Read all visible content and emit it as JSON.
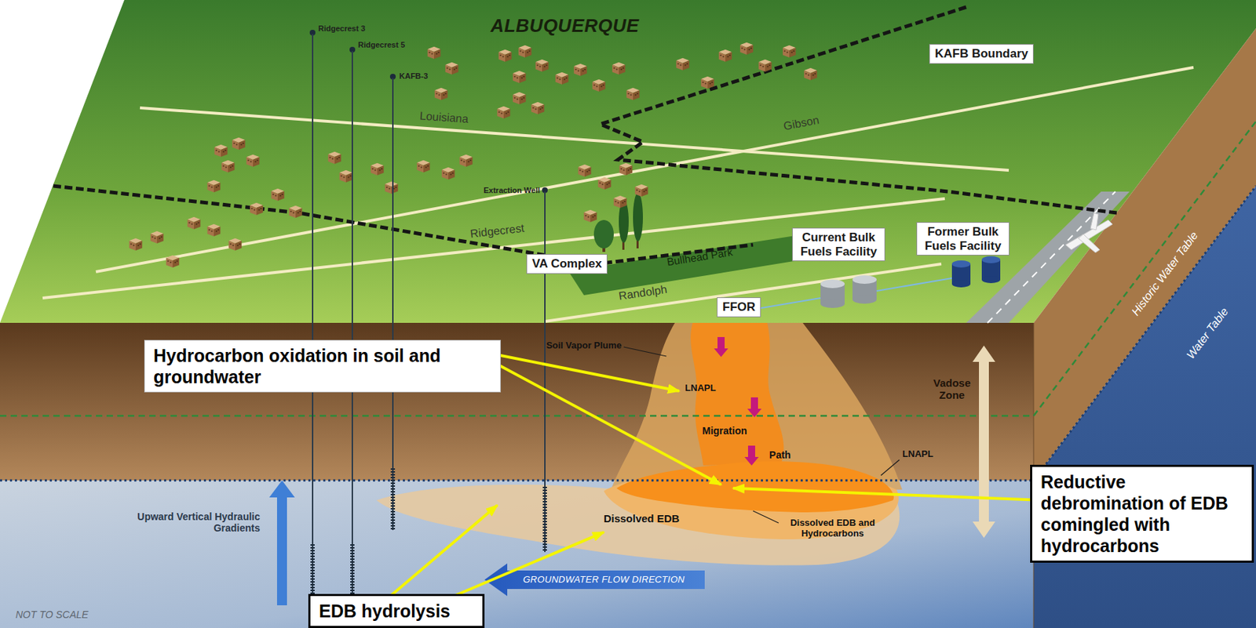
{
  "diagram": {
    "nodes": [
      {
        "text": [
          "KAFB Boundary"
        ]
      },
      {
        "text": [
          "Former Bulk Fuels Facility"
        ]
      },
      {
        "text": [
          "Current Bulk Fuels Facility"
        ]
      },
      {
        "text": [
          "VA Complex"
        ]
      },
      {
        "text": [
          "FFOR"
        ]
      },
      {
        "text": [
          "Hydrocarbon oxidation in soil and groundwater"
        ]
      },
      {
        "text": [
          "Reductive debromination of EDB comingled with hydrocarbons"
        ]
      },
      {
        "text": [
          "EDB hydrolysis"
        ]
      }
    ],
    "labels": [
      "Ridgecrest 3",
      "ALBUQUERQUE",
      "Ridgecrest 5",
      "KAFB-3",
      "Gibson",
      "Louisiana",
      "Extraction Well",
      "Historic Water Table",
      "Ridgecrest",
      "Bullhead Park",
      "Randolph",
      "Water Table",
      "Soil Vapor Plume",
      "LNAPL",
      "Vadose Zone",
      "Migration",
      "Path",
      "Upward Vertical Hydraulic Gradients",
      "Dissolved EDB",
      "LNAPL",
      "Dissolved EDB and Hydrocarbons",
      "GROUNDWATER FLOW DIRECTION",
      "NOT TO SCALE"
    ]
  }
}
